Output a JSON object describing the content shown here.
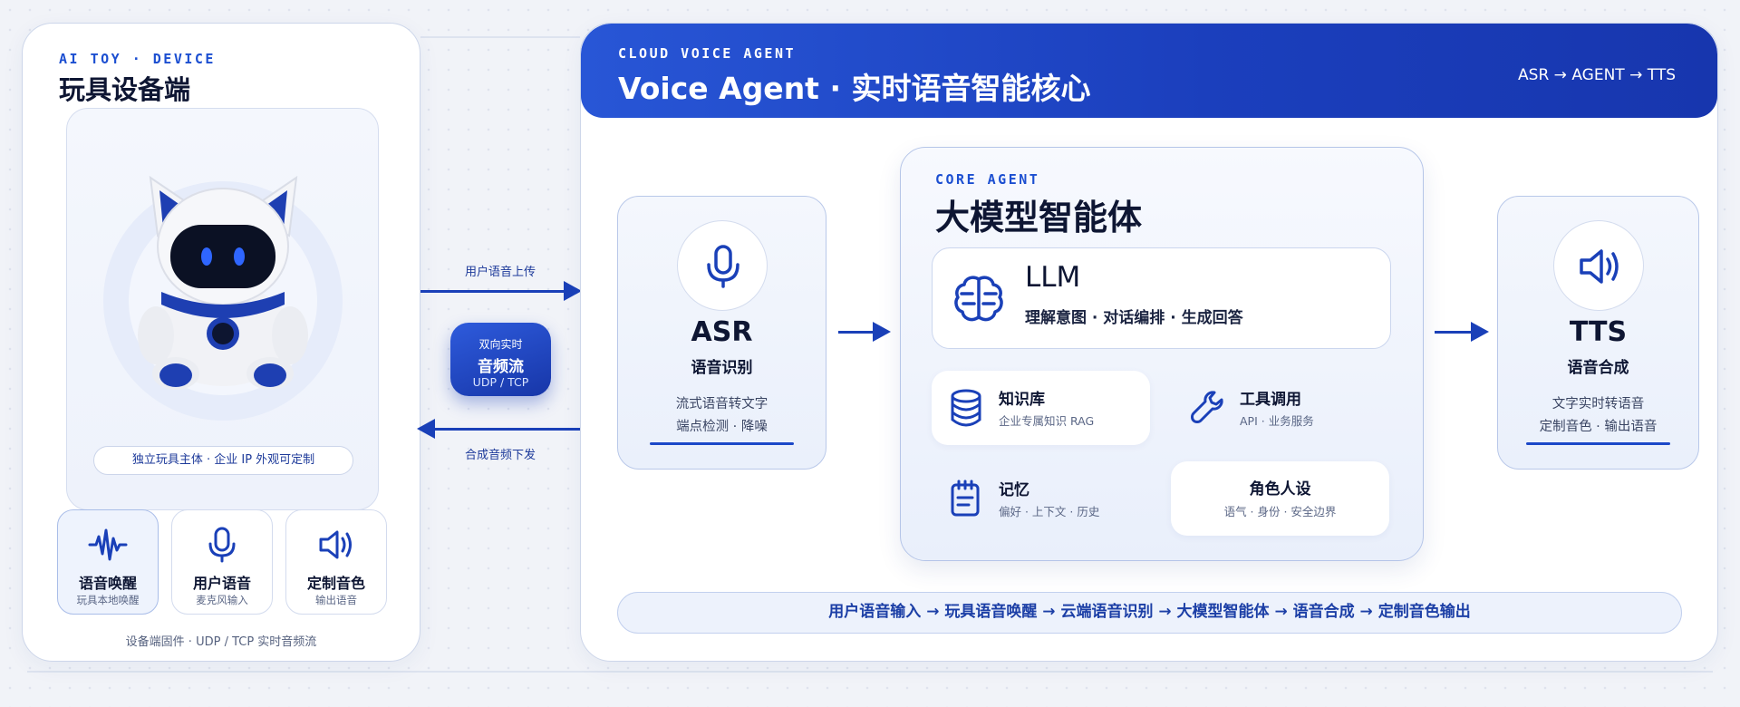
{
  "device": {
    "kicker": "AI TOY · DEVICE",
    "title": "玩具设备端",
    "toy_caption": "独立玩具主体 · 企业 IP 外观可定制",
    "features": [
      {
        "title": "语音唤醒",
        "sub": "玩具本地唤醒",
        "icon": "waveform-icon"
      },
      {
        "title": "用户语音",
        "sub": "麦克风输入",
        "icon": "microphone-icon"
      },
      {
        "title": "定制音色",
        "sub": "输出语音",
        "icon": "speaker-icon"
      }
    ],
    "footer": "设备端固件 · UDP / TCP 实时音频流"
  },
  "flow": {
    "upload_label": "用户语音上传",
    "download_label": "合成音频下发",
    "stream_line1": "双向实时",
    "stream_line2": "音频流",
    "stream_line3": "UDP / TCP"
  },
  "cloud": {
    "kicker": "CLOUD VOICE AGENT",
    "title": "Voice Agent · 实时语音智能核心",
    "pipeline": "ASR → AGENT → TTS",
    "asr": {
      "title": "ASR",
      "subtitle": "语音识别",
      "line1": "流式语音转文字",
      "line2": "端点检测 · 降噪"
    },
    "tts": {
      "title": "TTS",
      "subtitle": "语音合成",
      "line1": "文字实时转语音",
      "line2": "定制音色 · 输出语音"
    },
    "core": {
      "kicker": "CORE AGENT",
      "title": "大模型智能体",
      "llm_title": "LLM",
      "llm_sub": "理解意图 · 对话编排 · 生成回答",
      "features": [
        {
          "title": "知识库",
          "sub": "企业专属知识 RAG",
          "icon": "database-icon"
        },
        {
          "title": "工具调用",
          "sub": "API · 业务服务",
          "icon": "wrench-icon"
        },
        {
          "title": "记忆",
          "sub": "偏好 · 上下文 · 历史",
          "icon": "notepad-icon"
        },
        {
          "title": "角色人设",
          "sub": "语气 · 身份 · 安全边界",
          "icon": ""
        }
      ]
    },
    "flow_banner": "用户语音输入 → 玩具语音唤醒 → 云端语音识别 → 大模型智能体 → 语音合成 → 定制音色输出"
  },
  "colors": {
    "brand_blue": "#1a40b8",
    "accent_blue": "#2856d6",
    "panel_border": "#cdd6ea",
    "text_dark": "#0e1633"
  }
}
